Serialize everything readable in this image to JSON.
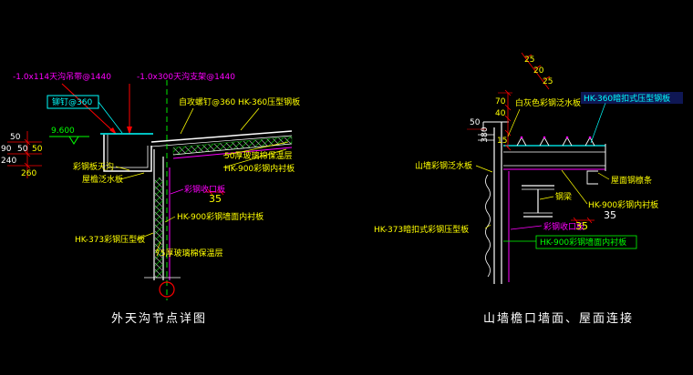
{
  "colors": {
    "background": "#000000",
    "white": "#ffffff",
    "yellow": "#ffff00",
    "magenta": "#ff00ff",
    "cyan": "#00ffff",
    "green": "#00ff00",
    "red": "#ff0000"
  },
  "left_detail": {
    "title": "外天沟节点详图",
    "labels": {
      "hanger": "-1.0x114天沟吊带@1440",
      "bracket": "-1.0x300天沟支架@1440",
      "rivet": "铆钉@360",
      "screw": "自攻螺钉@360",
      "roof_panel": "HK-360压型钢板",
      "elevation": "9.600",
      "roof_insulation": "50厚玻璃棉保温层",
      "roof_liner": "HK-900彩钢内衬板",
      "gutter": "彩钢板天沟",
      "eave_flashing": "屋檐泛水板",
      "trim": "彩钢收口板",
      "trim_dim": "35",
      "wall_liner": "HK-900彩钢墙面内衬板",
      "wall_panel": "HK-373彩钢压型板",
      "wall_insulation": "75厚玻璃棉保温层"
    },
    "dims": {
      "d1": "50",
      "d2": "90",
      "d3": "50",
      "d4": "240",
      "d5": "50",
      "d6": "260"
    }
  },
  "right_detail": {
    "title": "山墙檐口墙面、屋面连接",
    "labels": {
      "top_flashing": "白灰色彩钢泛水板",
      "roof_panel": "HK-360暗扣式压型钢板",
      "gable_flashing": "山墙彩钢泛水板",
      "purlin": "屋面钢檩条",
      "beam": "钢梁",
      "roof_liner": "HK-900彩钢内衬板",
      "wall_panel": "HK-373暗扣式彩钢压型板",
      "trim": "彩钢收口板",
      "trim_dim": "35",
      "trim_dim2": "35",
      "wall_liner": "HK-900彩钢墙面内衬板"
    },
    "dims": {
      "d1": "25",
      "d2": "20",
      "d3": "25",
      "d4": "70",
      "d5": "40",
      "d6": "380",
      "d7": "50",
      "d8": "15"
    }
  }
}
